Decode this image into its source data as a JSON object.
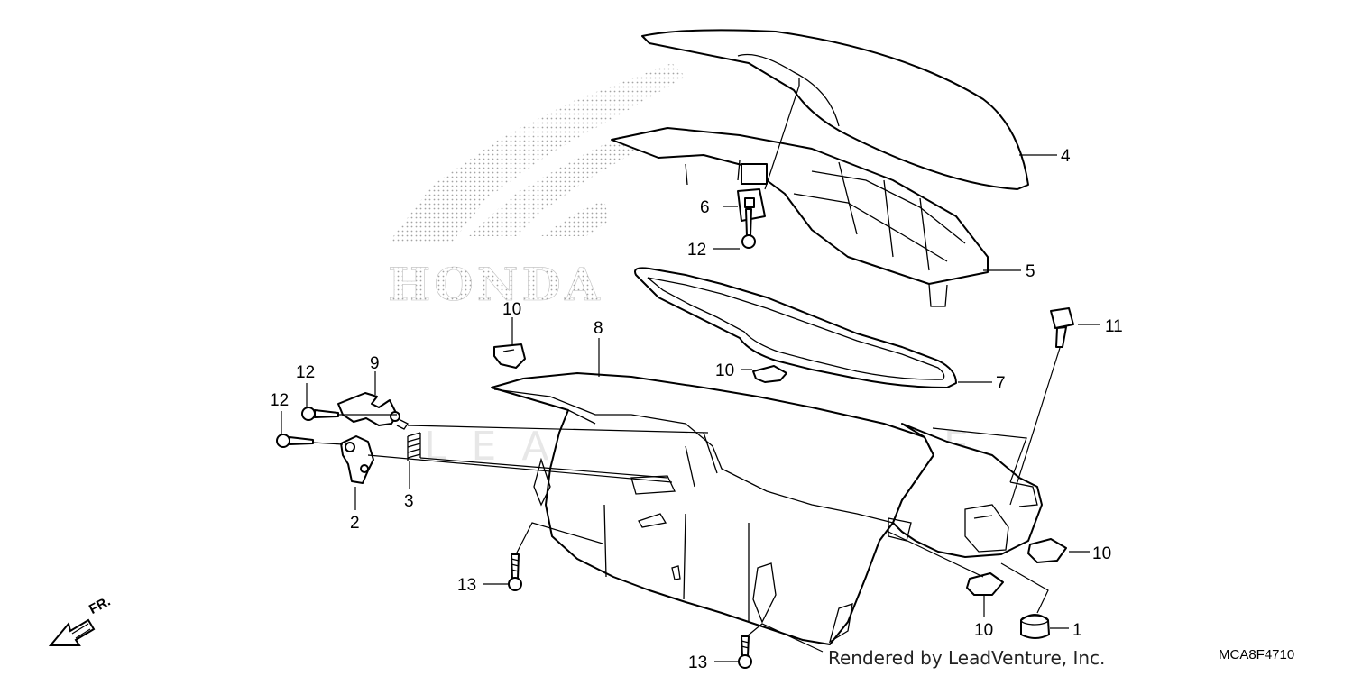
{
  "diagram": {
    "drawing_code": "MCA8F4710",
    "rendered_by": "Rendered by LeadVenture, Inc.",
    "watermark_brand": "HONDA",
    "watermark_text": "LEADVENTURE",
    "direction_label": "FR.",
    "callouts": [
      {
        "id": "c4",
        "number": "4"
      },
      {
        "id": "c6",
        "number": "6"
      },
      {
        "id": "c12a",
        "number": "12"
      },
      {
        "id": "c5",
        "number": "5"
      },
      {
        "id": "c11",
        "number": "11"
      },
      {
        "id": "c10a",
        "number": "10"
      },
      {
        "id": "c8",
        "number": "8"
      },
      {
        "id": "c10b",
        "number": "10"
      },
      {
        "id": "c7",
        "number": "7"
      },
      {
        "id": "c12b",
        "number": "12"
      },
      {
        "id": "c9",
        "number": "9"
      },
      {
        "id": "c12c",
        "number": "12"
      },
      {
        "id": "c2",
        "number": "2"
      },
      {
        "id": "c3",
        "number": "3"
      },
      {
        "id": "c10c",
        "number": "10"
      },
      {
        "id": "c13a",
        "number": "13"
      },
      {
        "id": "c10d",
        "number": "10"
      },
      {
        "id": "c1",
        "number": "1"
      },
      {
        "id": "c13b",
        "number": "13"
      }
    ]
  }
}
